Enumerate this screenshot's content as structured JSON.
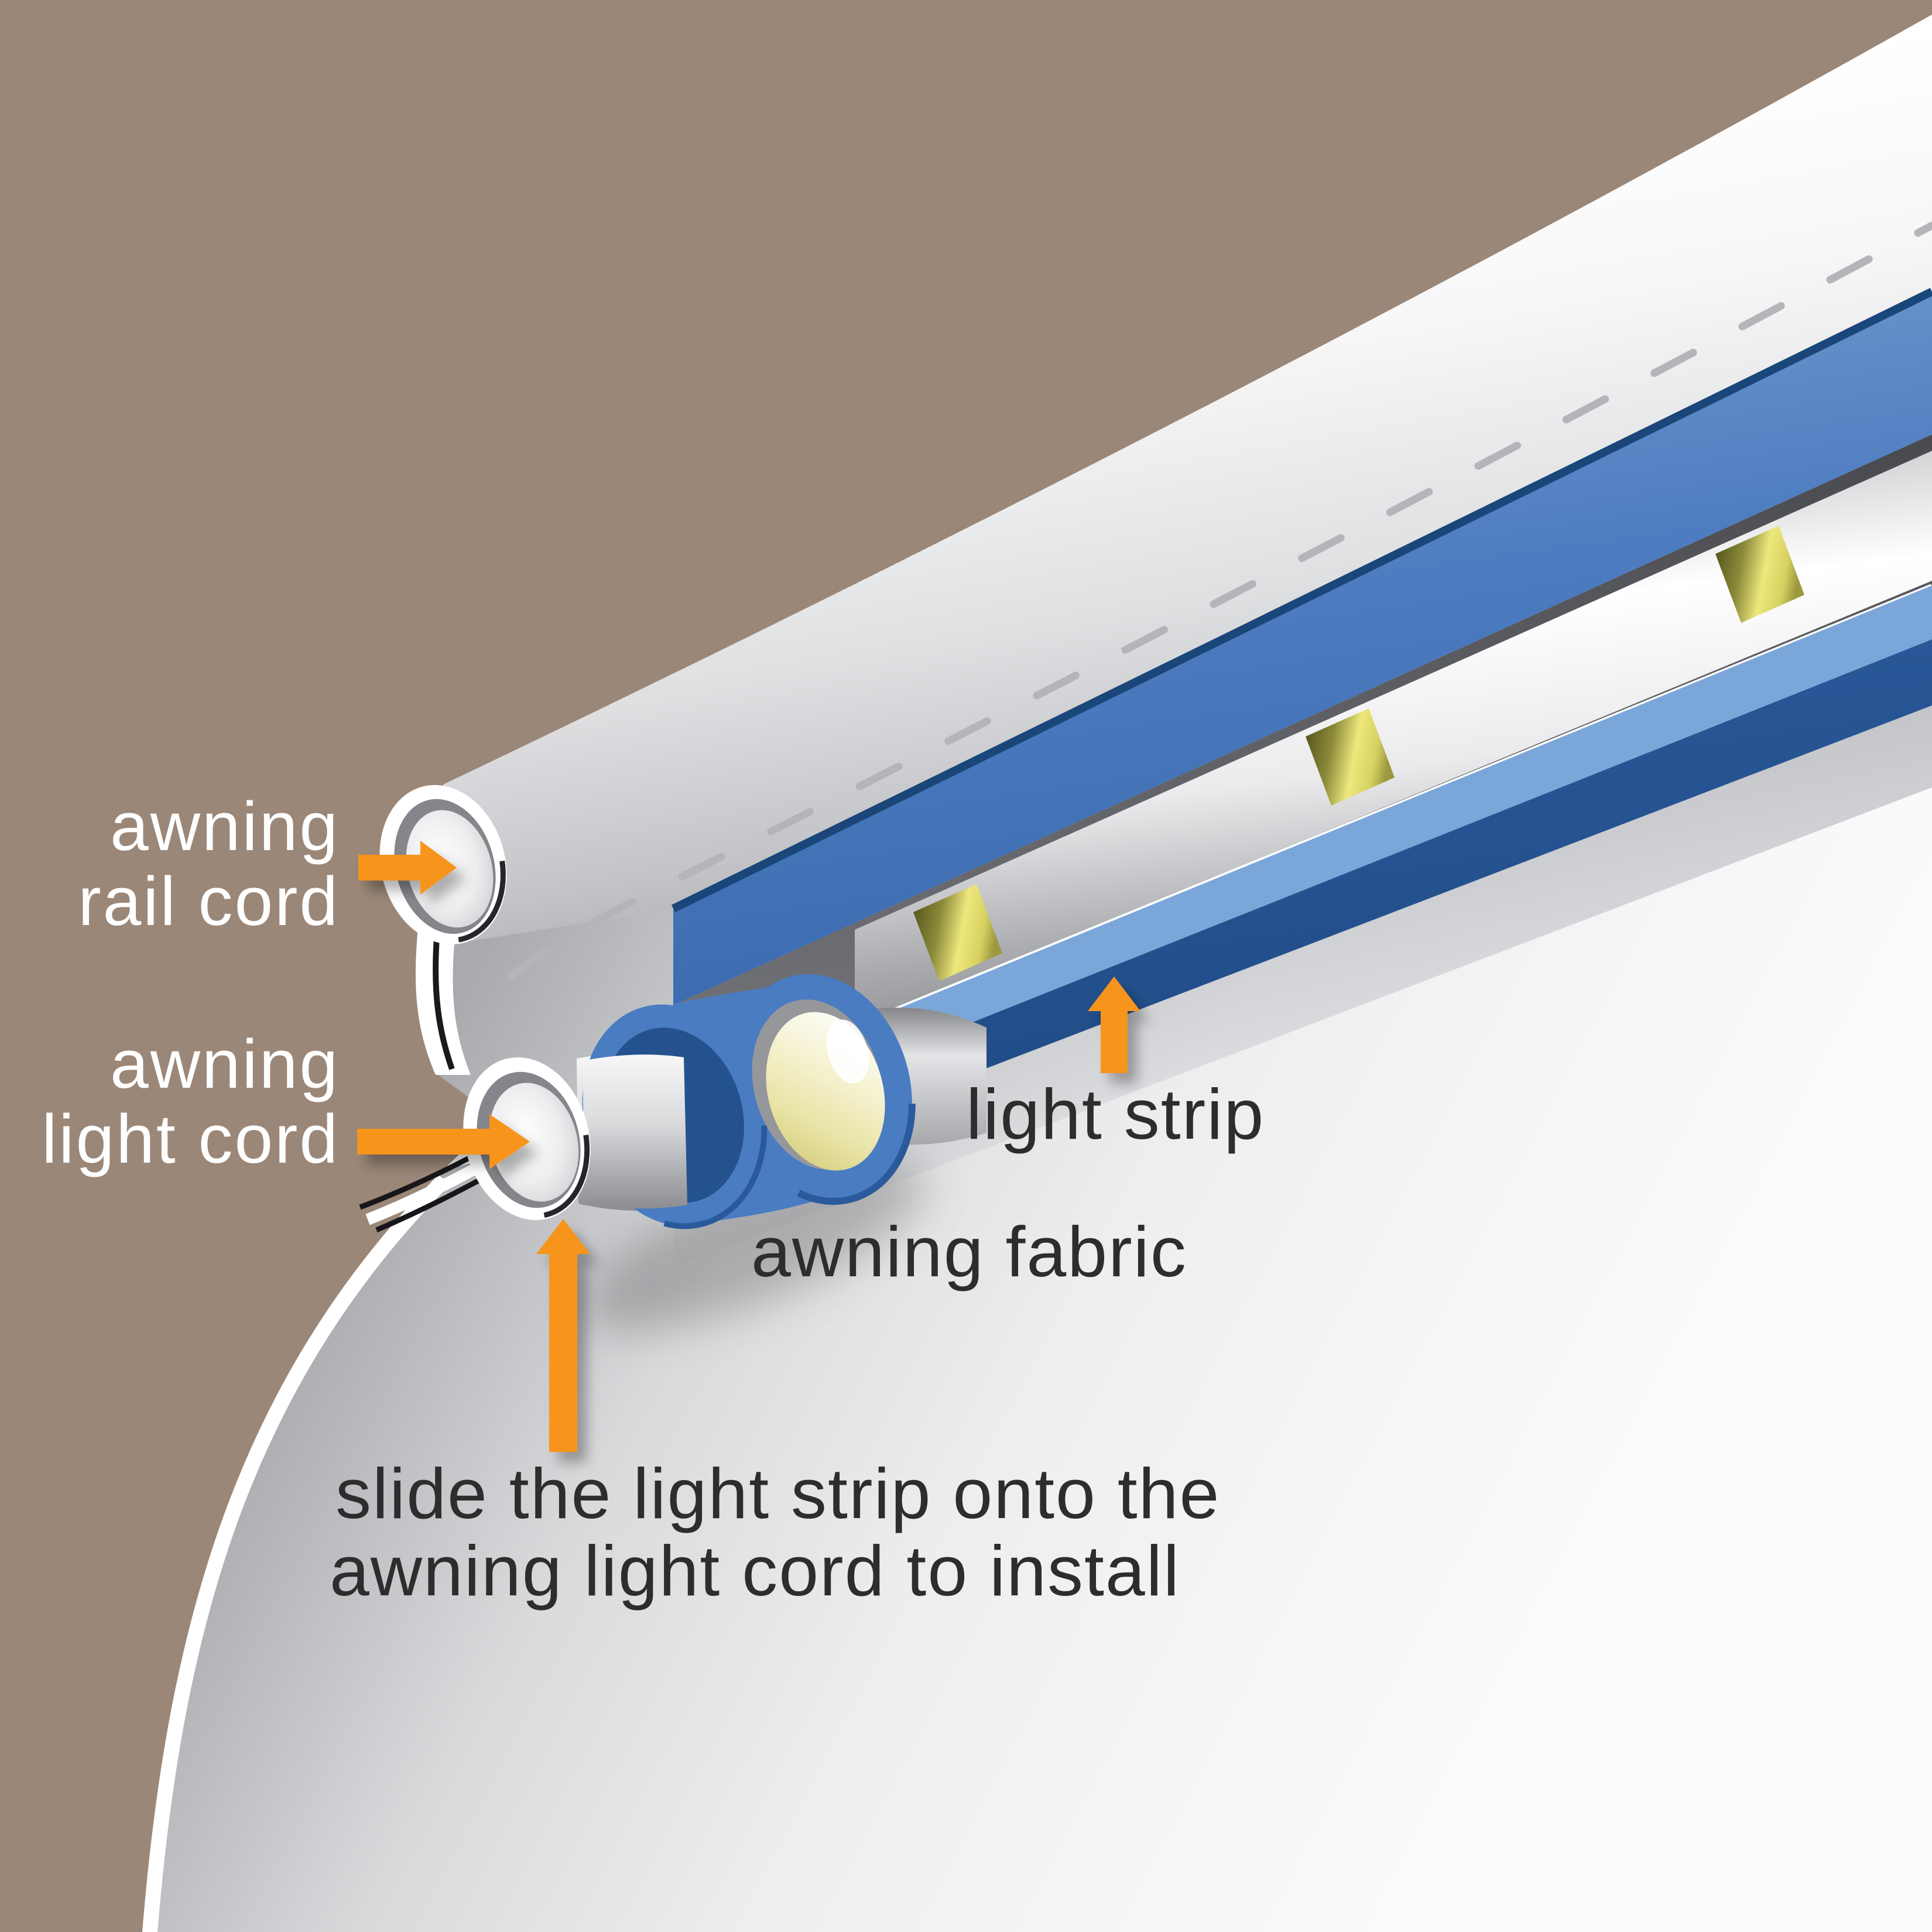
{
  "diagram": {
    "title_context": "awning light strip installation cross-section diagram",
    "colors": {
      "background_brown": "#9b8778",
      "fabric_white": "#f0f0f2",
      "strip_blue": "#4a7cc2",
      "strip_navy": "#1d4983",
      "strip_light_blue": "#7ba6d9",
      "led_yellow": "#eee87d",
      "arrow_orange": "#f7941e",
      "text_dark": "#2d2d2e",
      "text_white": "#ffffff"
    },
    "labels": {
      "awning_rail_cord": {
        "line1": "awning",
        "line2": "rail cord"
      },
      "awning_light_cord": {
        "line1": "awning",
        "line2": "light cord"
      },
      "light_strip": "light strip",
      "awning_fabric": "awning fabric",
      "instruction": {
        "line1": "slide the light strip onto the",
        "line2": "awning light cord to install"
      }
    },
    "icons": [
      "arrow-right-icon (awning rail cord pointer)",
      "arrow-right-icon (awning light cord pointer)",
      "arrow-up-icon (slide light strip pointer)",
      "arrow-up-icon (light strip pointer)"
    ]
  }
}
